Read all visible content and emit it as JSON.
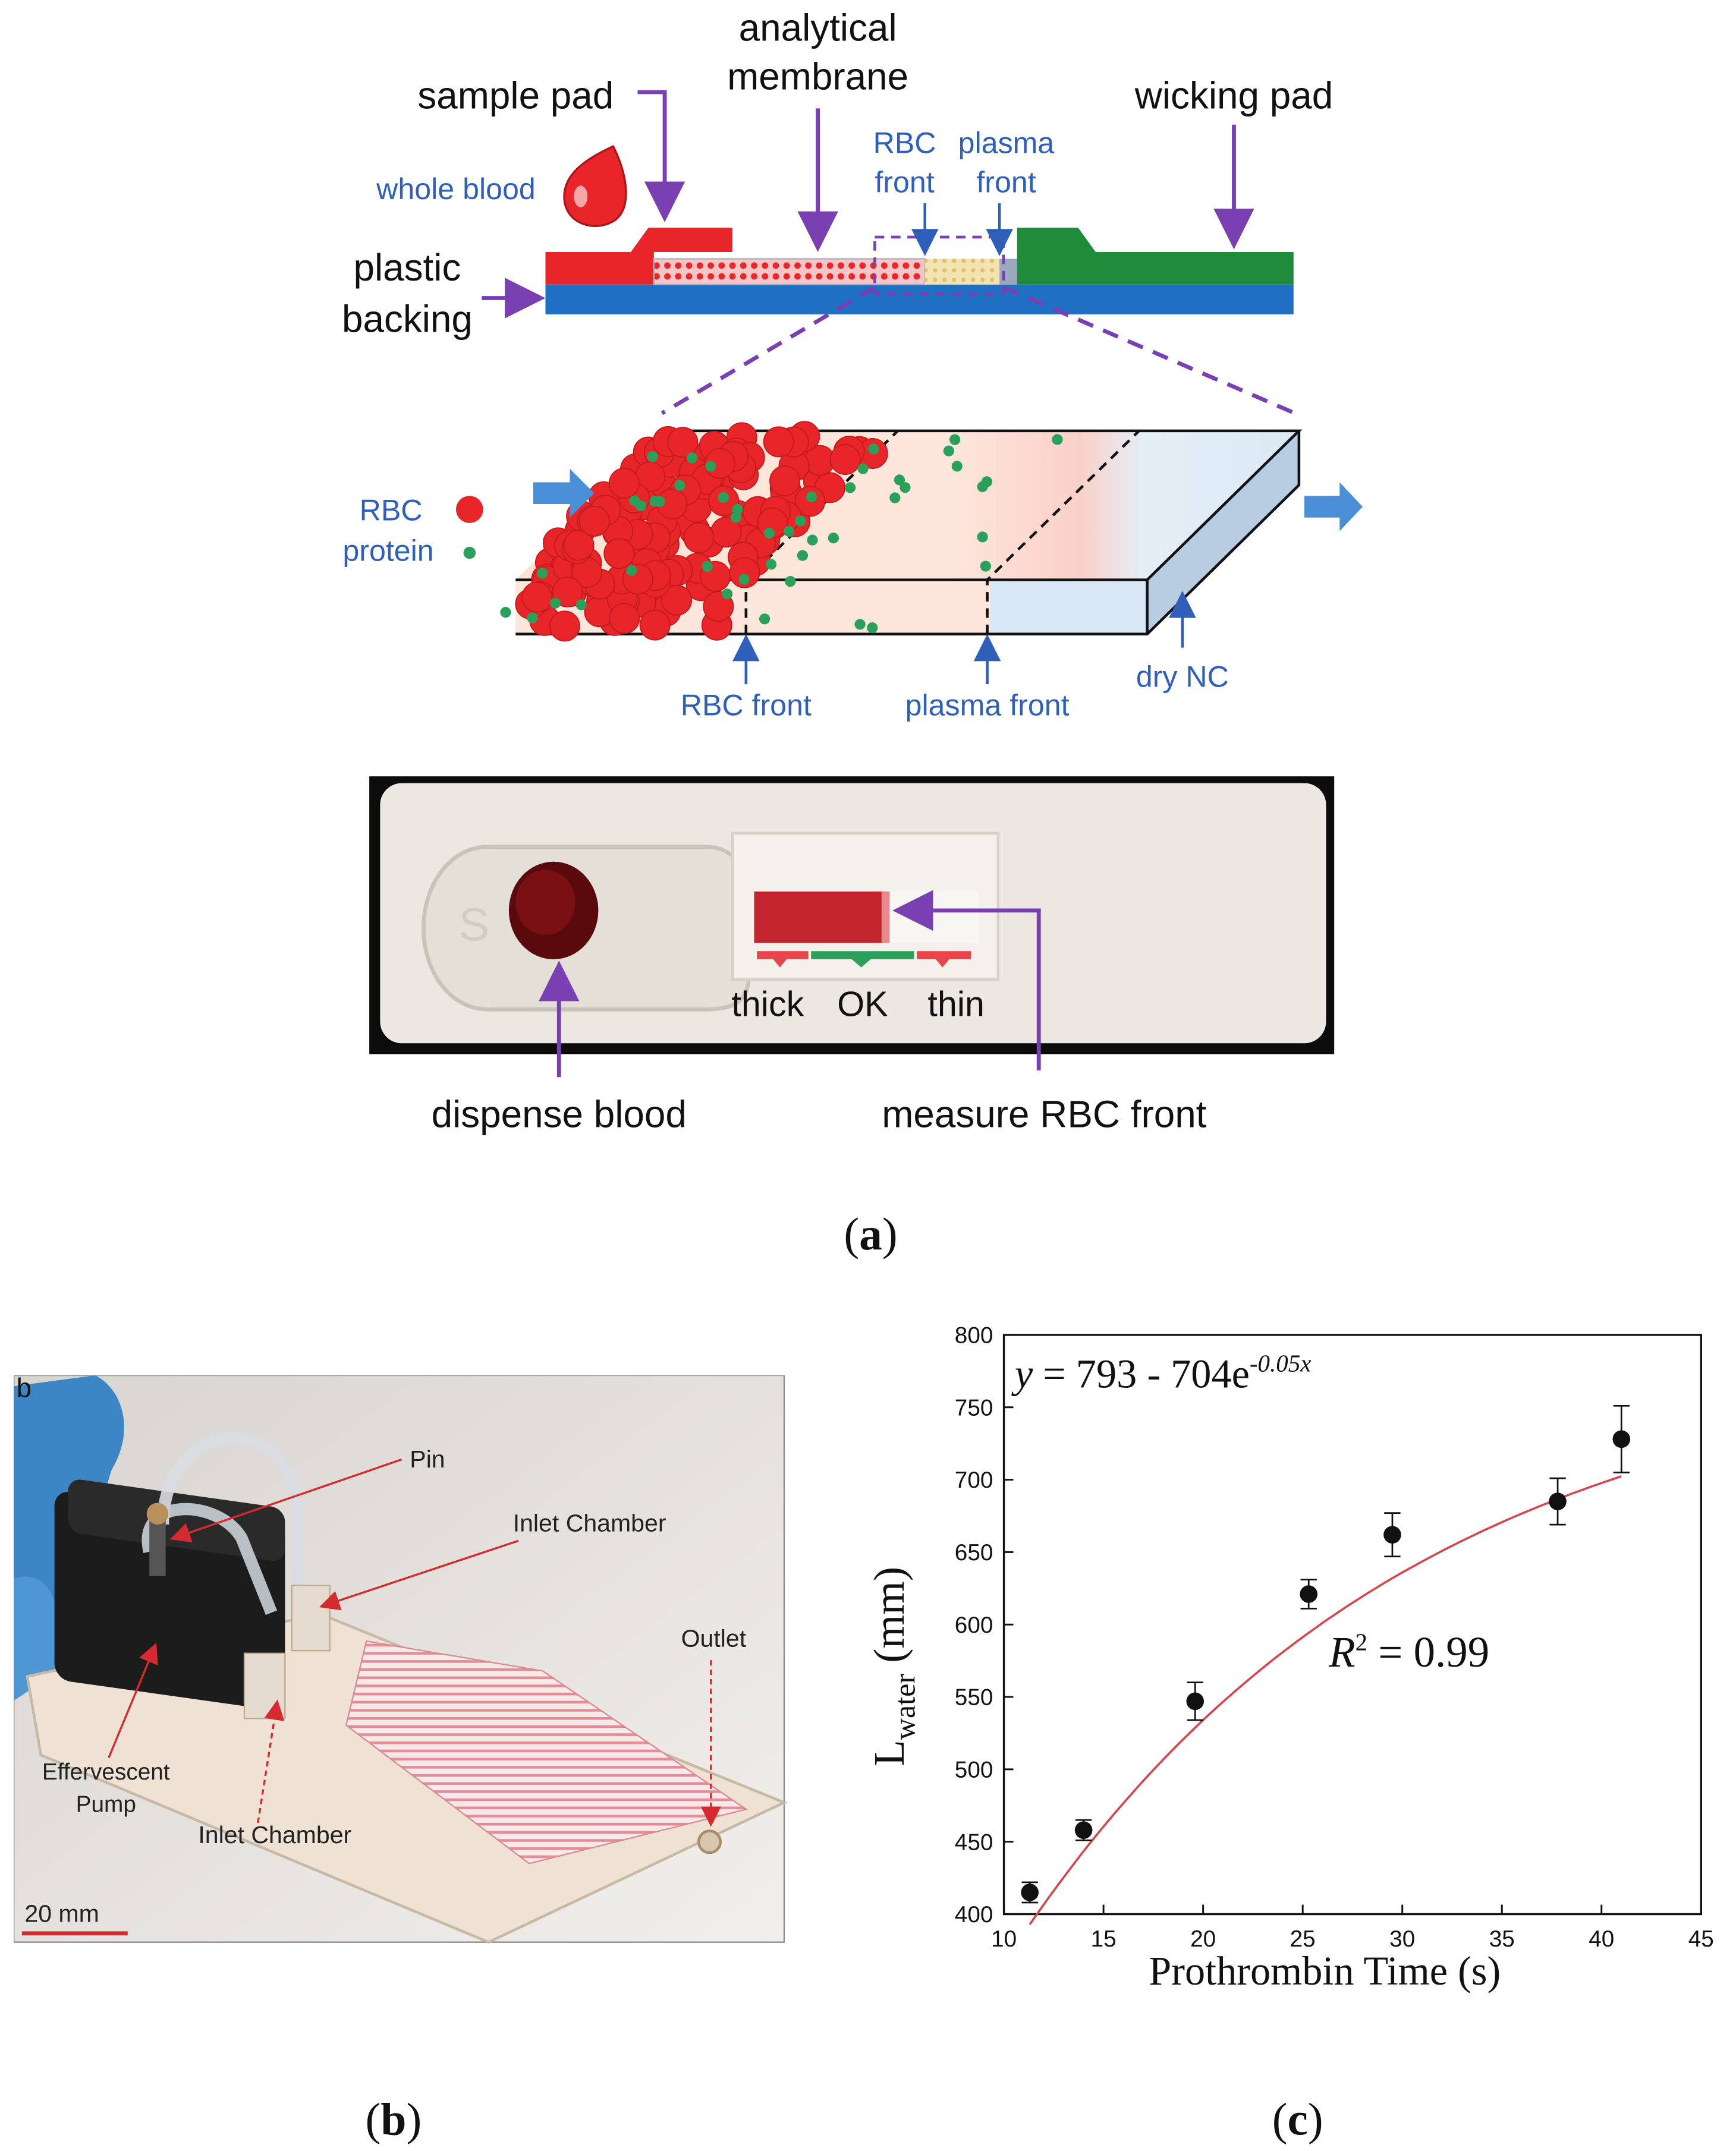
{
  "panel_a": {
    "caption_open": "(",
    "caption_letter": "a",
    "caption_close": ")",
    "label_sample_pad": "sample pad",
    "label_analytical_line1": "analytical",
    "label_analytical_line2": "membrane",
    "label_wicking_pad": "wicking pad",
    "label_whole_blood": "whole blood",
    "label_rbc_front_top_line1": "RBC",
    "label_rbc_front_top_line2": "front",
    "label_plasma_front_top_line1": "plasma",
    "label_plasma_front_top_line2": "front",
    "label_plastic_line1": "plastic",
    "label_plastic_line2": "backing",
    "legend_rbc": "RBC",
    "legend_protein": "protein",
    "label_rbc_front": "RBC front",
    "label_plasma_front": "plasma front",
    "label_dry_nc": "dry NC",
    "cassette_s": "S",
    "scale_thick": "thick",
    "scale_ok": "OK",
    "scale_thin": "thin",
    "label_dispense": "dispense blood",
    "label_measure": "measure RBC front",
    "colors": {
      "red": "#e8262a",
      "green": "#1e8c3a",
      "blue": "#1f6fc4",
      "purple": "#7a3fb0",
      "text_blue": "#2f5fb8"
    }
  },
  "panel_b": {
    "caption_open": "(",
    "caption_letter": "b",
    "caption_close": ")",
    "corner_letter": "b",
    "label_pin": "Pin",
    "label_inlet_top": "Inlet Chamber",
    "label_outlet": "Outlet",
    "label_pump_line1": "Effervescent",
    "label_pump_line2": "Pump",
    "label_inlet_bottom": "Inlet Chamber",
    "scale_bar": "20 mm"
  },
  "panel_c": {
    "caption_open": "(",
    "caption_letter": "c",
    "caption_close": ")",
    "equation_y": "y",
    "equation_body": " = 793 - 704e",
    "equation_exp": "-0.05x",
    "r2_r": "R",
    "r2_sup": "2",
    "r2_value": " = 0.99",
    "ylabel_main": "L",
    "ylabel_sub": "water",
    "ylabel_unit": " (mm)",
    "xlabel": "Prothrombin Time (s)"
  },
  "chart_data": {
    "type": "scatter",
    "title": "",
    "xlabel": "Prothrombin Time (s)",
    "ylabel": "Lwater (mm)",
    "xlim": [
      10,
      45
    ],
    "ylim": [
      400,
      800
    ],
    "xticks": [
      10,
      15,
      20,
      25,
      30,
      35,
      40,
      45
    ],
    "yticks": [
      400,
      450,
      500,
      550,
      600,
      650,
      700,
      750,
      800
    ],
    "x": [
      11.3,
      14.0,
      19.6,
      25.3,
      29.5,
      37.8,
      41.0
    ],
    "y": [
      415,
      458,
      547,
      621,
      662,
      685,
      728
    ],
    "yerr": [
      7,
      7,
      13,
      10,
      15,
      16,
      23
    ],
    "fit": {
      "equation": "y = 793 - 704e^(-0.05x)",
      "a": 793,
      "b": 704,
      "k": 0.05,
      "color": "#d0494e"
    },
    "r_squared": 0.99,
    "grid": false
  }
}
